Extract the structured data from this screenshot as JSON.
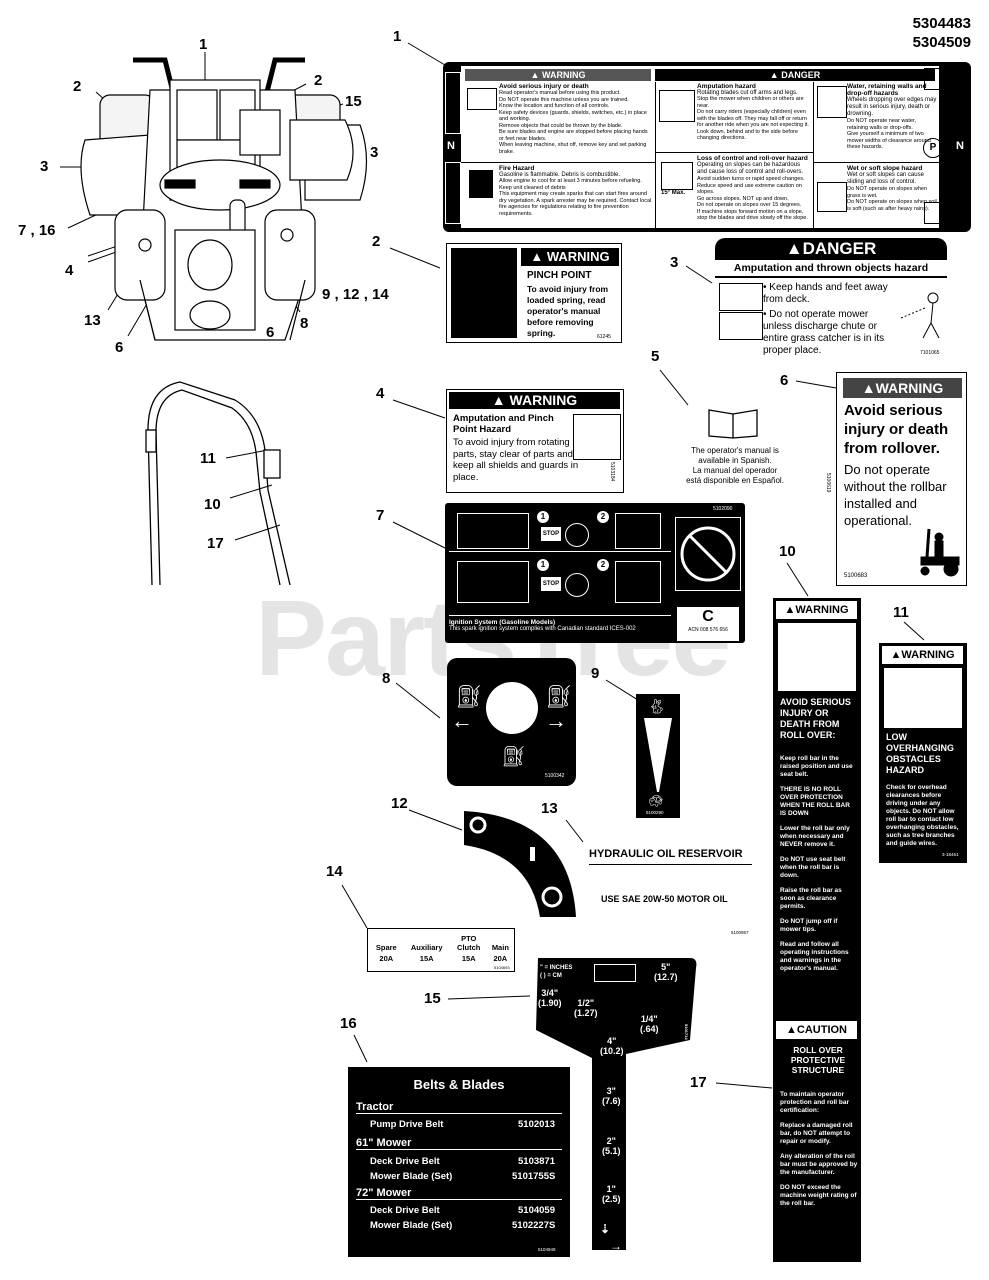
{
  "part_numbers": [
    "5304483",
    "5304509"
  ],
  "watermark": "PartsTree",
  "callouts": {
    "c1_top": "1",
    "c2_left": "2",
    "c2_right": "2",
    "c15": "15",
    "c3_left": "3",
    "c3_right": "3",
    "c7_16": "7 , 16",
    "c4": "4",
    "c9_12_14": "9 , 12 , 14",
    "c13": "13",
    "c8": "8",
    "c6_left": "6",
    "c6_right": "6",
    "c11": "11",
    "c10": "10",
    "c17": "17",
    "d1": "1",
    "d2": "2",
    "d3": "3",
    "d4": "4",
    "d5": "5",
    "d6": "6",
    "d7": "7",
    "d8": "8",
    "d9": "9",
    "d10": "10",
    "d11": "11",
    "d12": "12",
    "d13": "13",
    "d14": "14",
    "d15": "15",
    "d16": "16",
    "d17": "17"
  },
  "decal1": {
    "warning_header": "WARNING",
    "danger_header": "DANGER",
    "avoid_title": "Avoid serious injury or death",
    "avoid_items": [
      "Read operator's manual before using this product.",
      "Do NOT operate this machine unless you are trained.",
      "Know the location and function of all controls.",
      "Keep safety devices (guards, shields, switches, etc.) in place and working.",
      "Remove objects that could be thrown by the blade.",
      "Be sure blades and engine are stopped before placing hands or feet near blades.",
      "When leaving machine, shut off, remove key and set parking brake."
    ],
    "fire_title": "Fire Hazard",
    "fire_line": "Gasoline is flammable. Debris is combustible.",
    "fire_items": [
      "Allow engine to cool for at least 3 minutes before refueling.",
      "Keep unit cleaned of debris",
      "This equipment may create sparks that can start fires around dry vegetation. A spark arrester may be required. Contact local fire agencies for regulations relating to fire prevention requirements."
    ],
    "amp_title": "Amputation hazard",
    "amp_line": "Rotating blades cut off arms and legs.",
    "amp_items": [
      "Stop the mower when children or others are near.",
      "Do not carry riders (especially children) even with the blades off. They may fall off or return for another ride when you are not expecting it.",
      "Look down, behind and to the side before changing directions."
    ],
    "loss_title": "Loss of control and roll-over hazard",
    "loss_line": "Operating on slopes can be hazardous and cause loss of control and roll-overs.",
    "loss_items": [
      "Avoid sudden turns or rapid speed changes.",
      "Reduce speed and use extreme caution on slopes.",
      "Go across slopes. NOT up and down.",
      "Do not operate on slopes over 15 degrees.",
      "If machine stops forward motion on a slope, stop the blades and drive slowly off the slope."
    ],
    "slope_label": "15° Max.",
    "water_title": "Water, retaining walls and drop-off hazards",
    "water_line": "Wheels dropping over edges may result in serious injury, death or drowning.",
    "water_items": [
      "Do NOT operate near water, retaining walls or drop-offs.",
      "Give yourself a minimum of two mower widths of clearance around these hazards."
    ],
    "wet_title": "Wet or soft slope hazard",
    "wet_line": "Wet or soft slopes can cause sliding and loss of control.",
    "wet_items": [
      "Do NOT operate on slopes when grass is wet.",
      "Do NOT operate on slopes when soil is soft (such as after heavy rains)."
    ],
    "n_left": "N",
    "n_right": "N",
    "p_label": "P"
  },
  "decal2": {
    "header": "WARNING",
    "title": "PINCH POINT",
    "body": "To avoid injury from loaded spring, read operator's manual before removing spring.",
    "code": "61245"
  },
  "decal3": {
    "header": "DANGER",
    "sub": "Amputation and thrown objects hazard",
    "bullet1": "Keep hands and feet away from deck.",
    "bullet2": "Do not operate mower unless discharge chute or entire grass catcher is in its proper place.",
    "code": "7101065"
  },
  "decal4": {
    "header": "WARNING",
    "title": "Amputation and Pinch Point Hazard",
    "body": "To avoid injury from rotating parts, stay clear of parts and keep all shields and guards in place.",
    "code": "5103184"
  },
  "decal5": {
    "line1": "The operator's manual is",
    "line2": "available in Spanish.",
    "line3": "La manual del operador",
    "line4": "está disponible en Español."
  },
  "decal6": {
    "header": "WARNING",
    "title": "Avoid serious injury or death from rollover.",
    "body": "Do not operate without the rollbar installed and operational.",
    "code_side": "5100619",
    "code": "5100683"
  },
  "decal7": {
    "code": "5102090",
    "stop1": "STOP",
    "stop2": "STOP",
    "n1a": "1",
    "n2a": "2",
    "n1b": "1",
    "n2b": "2",
    "ign_title": "Ignition System (Gasoline Models)",
    "ign_text": "This spark ignition system complies with Canadian standard ICES-002",
    "acn": "ACN 008 576 656"
  },
  "decal8": {
    "code": "5100342"
  },
  "decal9": {
    "code": "5100290"
  },
  "decal10": {
    "header": "WARNING",
    "title": "AVOID SERIOUS INJURY OR DEATH FROM ROLL OVER:",
    "p1": "Keep roll bar in the raised position and use seat belt.",
    "p2": "THERE IS NO ROLL OVER PROTECTION WHEN THE ROLL BAR IS DOWN",
    "p3": "Lower the roll bar only when necessary and NEVER remove it.",
    "p4": "Do NOT use seat belt when the roll bar is down.",
    "p5": "Raise the roll bar as soon as clearance permits.",
    "p6": "Do NOT jump off if mower tips.",
    "p7": "Read and follow all operating instructions and warnings in the operator's manual."
  },
  "decal11": {
    "header": "WARNING",
    "title": "LOW OVERHANGING OBSTACLES HAZARD",
    "body": "Check for overhead clearances before driving under any objects. Do NOT allow roll bar to contact low overhanging obstacles, such as tree branches and guide wires.",
    "code": "3-18461"
  },
  "decal13": {
    "title": "HYDRAULIC OIL RESERVOIR",
    "sub": "USE SAE 20W-50 MOTOR OIL",
    "code": "5100957"
  },
  "decal14": {
    "headers": [
      "Spare",
      "Auxiliary",
      "PTO Clutch",
      "Main"
    ],
    "values": [
      "20A",
      "15A",
      "15A",
      "20A"
    ],
    "code": "5104693"
  },
  "decal15": {
    "legend1": "\" = INCHES",
    "legend2": "( ) = CM",
    "h5": "5\"",
    "h5c": "(12.7)",
    "h34": "3/4\"",
    "h34c": "(1.90)",
    "h12": "1/2\"",
    "h12c": "(1.27)",
    "h14": "1/4\"",
    "h14c": "(.64)",
    "h4": "4\"",
    "h4c": "(10.2)",
    "h3": "3\"",
    "h3c": "(7.6)",
    "h2": "2\"",
    "h2c": "(5.1)",
    "h1": "1\"",
    "h1c": "(2.5)",
    "code": "5101714"
  },
  "decal16": {
    "title": "Belts & Blades",
    "s1": "Tractor",
    "r1l": "Pump Drive Belt",
    "r1v": "5102013",
    "s2": "61\" Mower",
    "r2l": "Deck Drive Belt",
    "r2v": "5103871",
    "r3l": "Mower Blade (Set)",
    "r3v": "5101755S",
    "s3": "72\" Mower",
    "r4l": "Deck Drive Belt",
    "r4v": "5104059",
    "r5l": "Mower Blade (Set)",
    "r5v": "5102227S",
    "code": "5104949"
  },
  "decal17": {
    "header": "CAUTION",
    "title": "ROLL OVER PROTECTIVE STRUCTURE",
    "p1": "To maintain operator protection and roll bar certification:",
    "p2": "Replace a damaged roll bar, do NOT attempt to repair or modify.",
    "p3": "Any alteration of the roll bar must be approved by the manufacturer.",
    "p4": "DO NOT exceed the machine weight rating of the roll bar."
  }
}
